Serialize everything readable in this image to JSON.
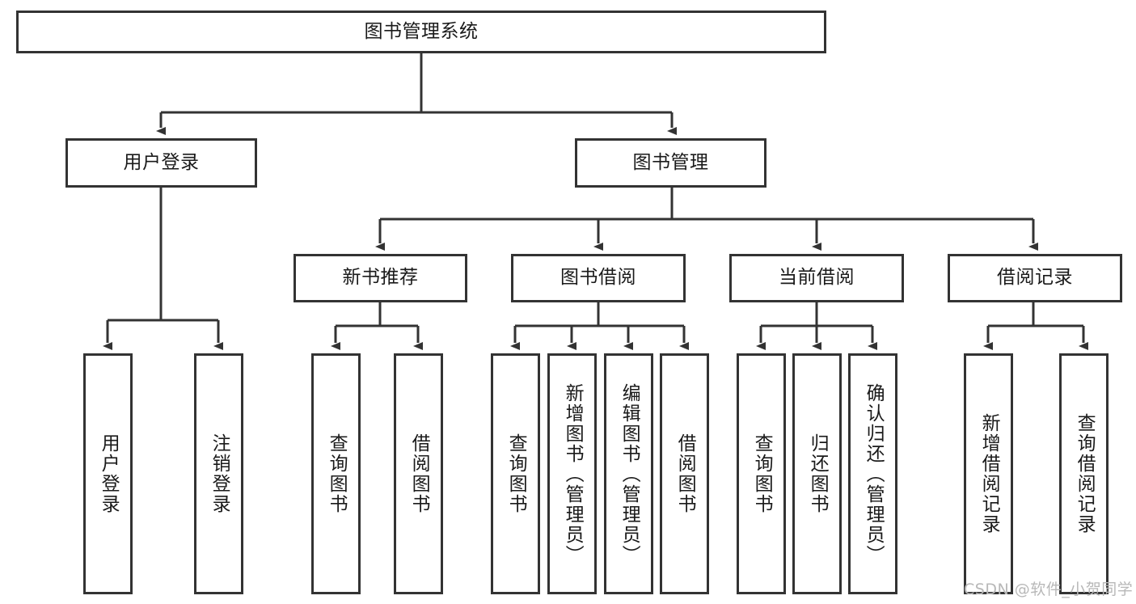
{
  "diagram": {
    "type": "hierarchy-tree",
    "title": "图书管理系统",
    "watermark": "CSDN @软件_小贺同学",
    "colors": {
      "box_border": "#333333",
      "box_fill": "#ffffff",
      "connector": "#333333",
      "text": "#1a1a1a",
      "watermark": "#b8b8b8",
      "background": "#ffffff"
    },
    "levels": {
      "level1": [
        {
          "id": "root",
          "label": "图书管理系统",
          "orientation": "horizontal"
        }
      ],
      "level2": [
        {
          "id": "user-login",
          "label": "用户登录",
          "orientation": "horizontal"
        },
        {
          "id": "book-management",
          "label": "图书管理",
          "orientation": "horizontal"
        }
      ],
      "level3": [
        {
          "id": "new-book-recommend",
          "label": "新书推荐",
          "orientation": "horizontal"
        },
        {
          "id": "book-borrow",
          "label": "图书借阅",
          "orientation": "horizontal"
        },
        {
          "id": "current-borrow",
          "label": "当前借阅",
          "orientation": "horizontal"
        },
        {
          "id": "borrow-record",
          "label": "借阅记录",
          "orientation": "horizontal"
        }
      ],
      "level4": [
        {
          "id": "leaf-user-login",
          "label": "用户登录",
          "orientation": "vertical",
          "parent": "user-login"
        },
        {
          "id": "leaf-logout-login",
          "label": "注销登录",
          "orientation": "vertical",
          "parent": "user-login"
        },
        {
          "id": "leaf-query-book-1",
          "label": "查询图书",
          "orientation": "vertical",
          "parent": "new-book-recommend"
        },
        {
          "id": "leaf-borrow-book-1",
          "label": "借阅图书",
          "orientation": "vertical",
          "parent": "new-book-recommend"
        },
        {
          "id": "leaf-query-book-2",
          "label": "查询图书",
          "orientation": "vertical",
          "parent": "book-borrow"
        },
        {
          "id": "leaf-add-book",
          "label": "新增图书（管理员）",
          "orientation": "vertical",
          "parent": "book-borrow"
        },
        {
          "id": "leaf-edit-book",
          "label": "编辑图书（管理员）",
          "orientation": "vertical",
          "parent": "book-borrow"
        },
        {
          "id": "leaf-borrow-book-2",
          "label": "借阅图书",
          "orientation": "vertical",
          "parent": "book-borrow"
        },
        {
          "id": "leaf-query-book-3",
          "label": "查询图书",
          "orientation": "vertical",
          "parent": "current-borrow"
        },
        {
          "id": "leaf-return-book",
          "label": "归还图书",
          "orientation": "vertical",
          "parent": "current-borrow"
        },
        {
          "id": "leaf-confirm-return",
          "label": "确认归还（管理员）",
          "orientation": "vertical",
          "parent": "current-borrow"
        },
        {
          "id": "leaf-add-record",
          "label": "新增借阅记录",
          "orientation": "vertical",
          "parent": "borrow-record"
        },
        {
          "id": "leaf-query-record",
          "label": "查询借阅记录",
          "orientation": "vertical",
          "parent": "borrow-record"
        }
      ]
    }
  }
}
